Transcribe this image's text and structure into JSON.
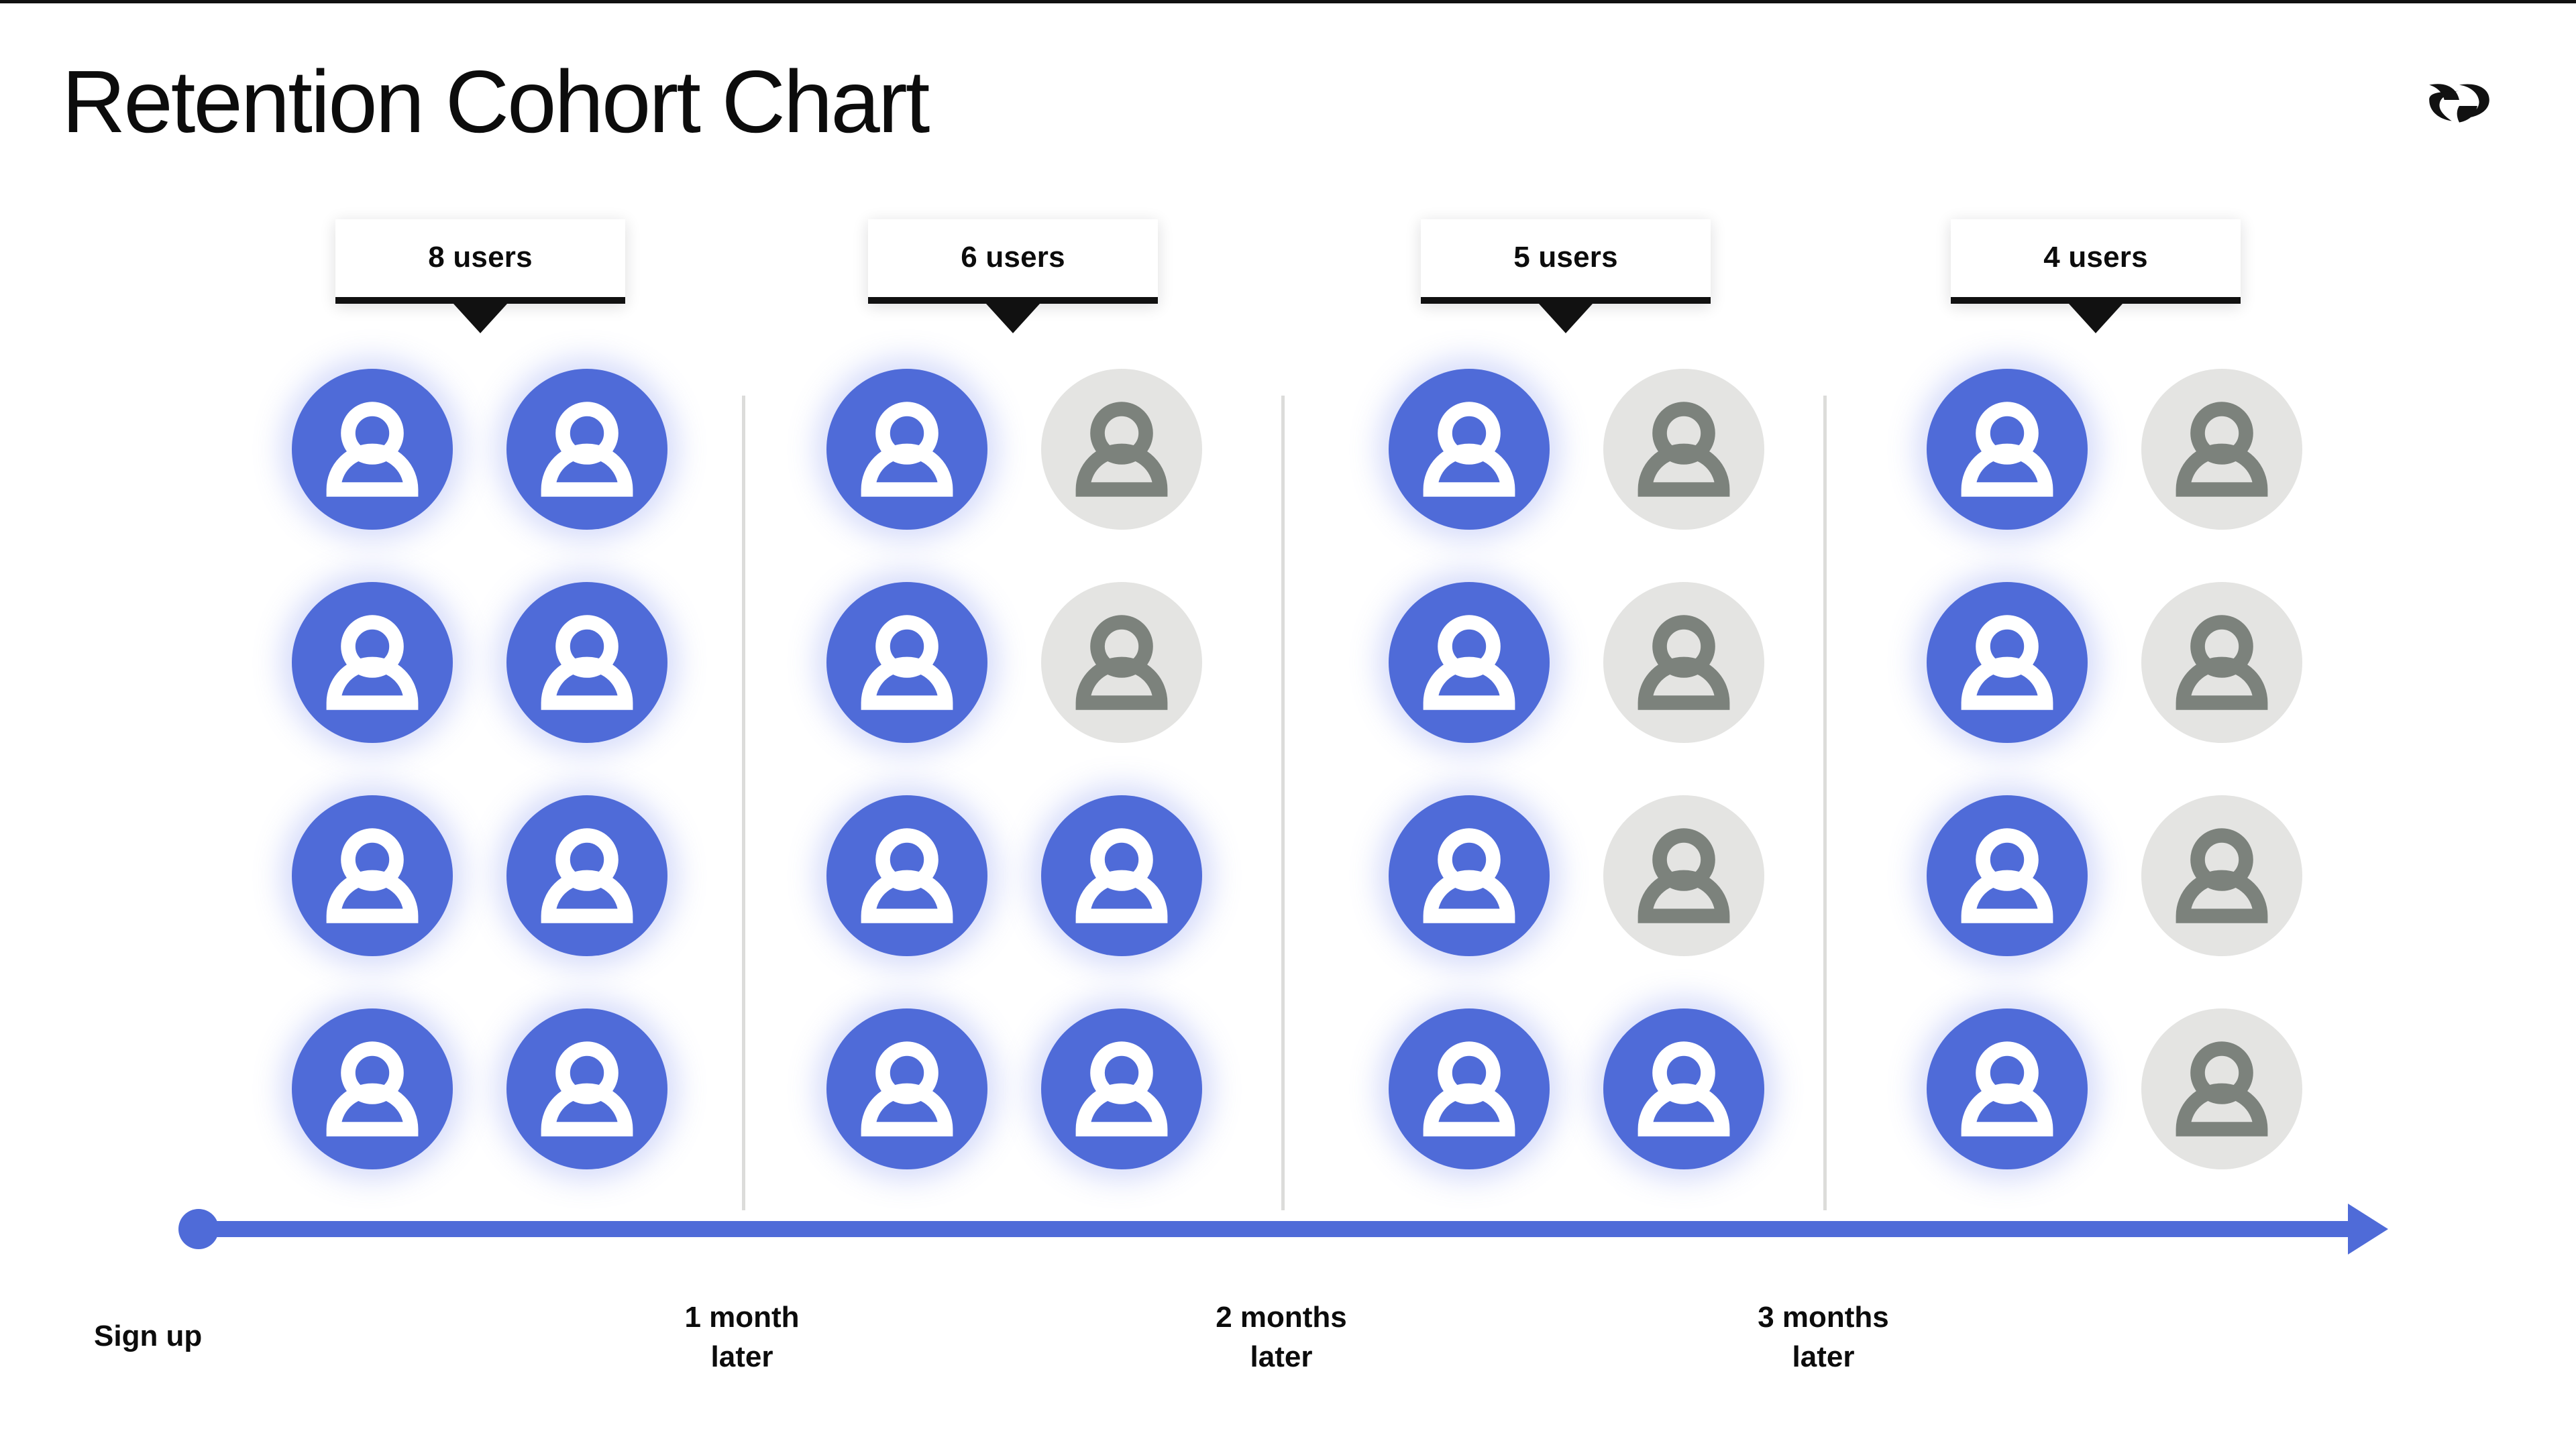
{
  "header": {
    "title": "Retention Cohort Chart",
    "logo_name": "abstract-double-r-logo"
  },
  "chart_data": {
    "type": "pictogram",
    "title": "Retention Cohort Chart",
    "cohort_size": 8,
    "unit_icon": "user-avatar-icon",
    "active_color": "#4F6BD8",
    "inactive_color": "#E4E4E2",
    "inactive_stroke": "#7C827C",
    "timeline_color": "#4F6BD8",
    "categories": [
      "Sign up",
      "1 month\nlater",
      "2 months\nlater",
      "3 months\nlater"
    ],
    "values": [
      8,
      6,
      5,
      4
    ],
    "callout_labels": [
      "8 users",
      "6 users",
      "5 users",
      "4 users"
    ],
    "xlabel": "",
    "ylabel": "",
    "grid": false,
    "legend": "none",
    "columns": [
      {
        "index": 0,
        "callout": "8 users",
        "axis_label": "Sign up",
        "retained": 8,
        "total": 8,
        "states": [
          "active",
          "active",
          "active",
          "active",
          "active",
          "active",
          "active",
          "active"
        ]
      },
      {
        "index": 1,
        "callout": "6 users",
        "axis_label": "1 month\nlater",
        "retained": 6,
        "total": 8,
        "states": [
          "active",
          "inactive",
          "active",
          "inactive",
          "active",
          "active",
          "active",
          "active"
        ]
      },
      {
        "index": 2,
        "callout": "5 users",
        "axis_label": "2 months\nlater",
        "retained": 5,
        "total": 8,
        "states": [
          "active",
          "inactive",
          "active",
          "inactive",
          "active",
          "inactive",
          "active",
          "active"
        ]
      },
      {
        "index": 3,
        "callout": "4 users",
        "axis_label": "3 months\nlater",
        "retained": 4,
        "total": 8,
        "states": [
          "active",
          "inactive",
          "active",
          "inactive",
          "active",
          "inactive",
          "active",
          "inactive"
        ]
      }
    ]
  }
}
